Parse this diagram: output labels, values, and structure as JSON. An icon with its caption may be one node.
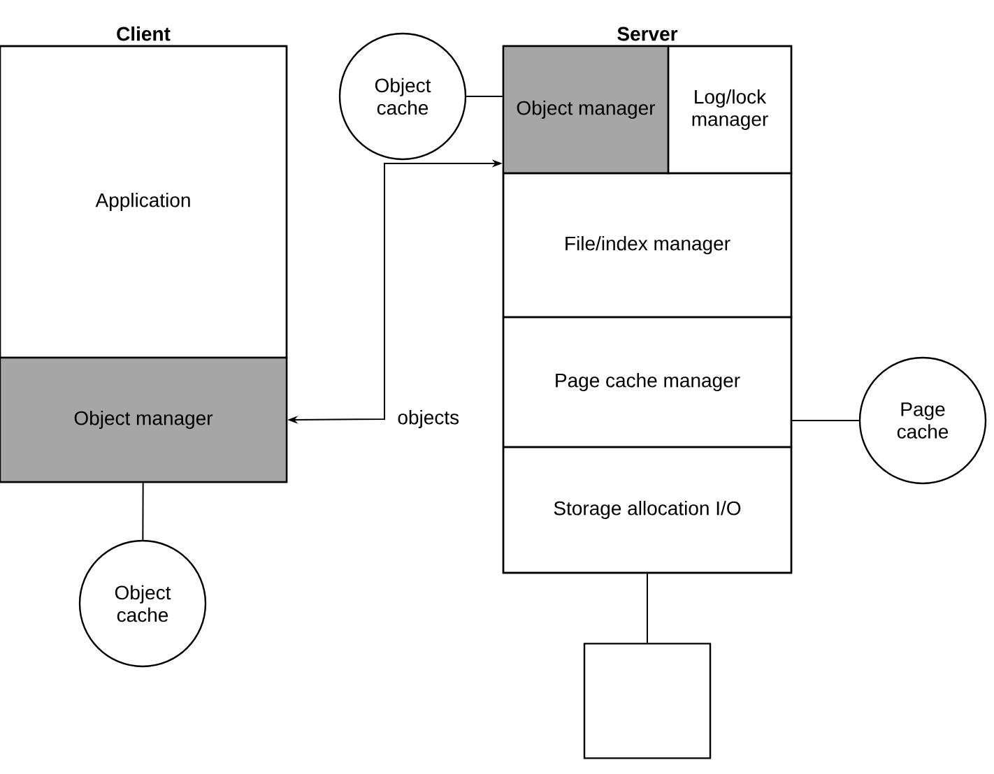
{
  "diagram": {
    "nodes": [
      {
        "text": [
          "Client"
        ]
      },
      {
        "text": [
          "Application"
        ],
        "in": 0
      },
      {
        "text": [
          "Object manager"
        ],
        "in": 0
      },
      {
        "text": [
          "Object cache"
        ]
      },
      {
        "text": [
          "Object cache"
        ]
      },
      {
        "text": [
          "Server"
        ]
      },
      {
        "text": [
          "Object manager"
        ],
        "in": 5
      },
      {
        "text": [
          "Log/lock manager"
        ],
        "in": 5
      },
      {
        "text": [
          "File/index manager"
        ],
        "in": 5
      },
      {
        "text": [
          "Page cache manager"
        ],
        "in": 5
      },
      {
        "text": [
          "Storage allocation I/O"
        ],
        "in": 5
      },
      {
        "text": [
          "Page cache"
        ]
      },
      {
        "text": [],
        "shape": "cylinder"
      }
    ],
    "edges": [
      {
        "from": 2,
        "to": 3,
        "arrow": "none"
      },
      {
        "from": 4,
        "to": 6,
        "arrow": "none"
      },
      {
        "from": 2,
        "to": 6,
        "arrow": "both",
        "label": "objects"
      },
      {
        "from": 9,
        "to": 11,
        "arrow": "none"
      },
      {
        "from": 10,
        "to": 12,
        "arrow": "none"
      }
    ]
  }
}
